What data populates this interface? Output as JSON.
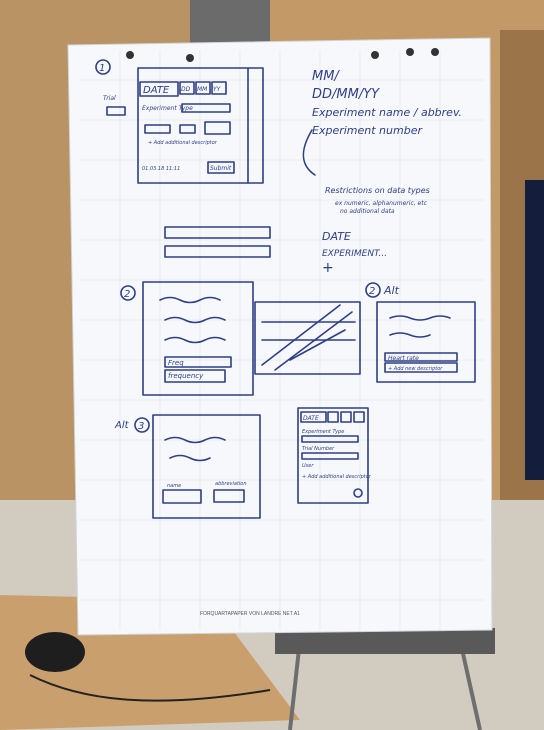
{
  "sketch": {
    "header_lines": [
      "MM/",
      "DD/MM/YY",
      "Experiment name / abbrev.",
      "Experiment number"
    ],
    "restrictions": [
      "Restrictions on data types",
      "ex numeric, alphanumeric, etc",
      "no additional data"
    ],
    "side_labels": [
      "DATE",
      "EXPERIMENT...",
      "+"
    ],
    "panel1": {
      "circle_num": "1",
      "field_labels": [
        "DATE",
        "DD",
        "MM",
        "YY"
      ],
      "experiment_type": "Experiment Type",
      "add_descriptor": "+ Add additional descriptor",
      "submit": "Submit",
      "side_note": "Trial",
      "timestamp": "01.03.18 11:11"
    },
    "panel2": {
      "circle_num": "2",
      "freq": "Freq",
      "frequency": "frequency"
    },
    "panel2alt": {
      "circle_num": "2",
      "alt_label": "Alt",
      "heart_rate": "Heart rate",
      "add_new": "+ Add new descriptor"
    },
    "panel3": {
      "circle_num": "3",
      "alt_label": "Alt",
      "name": "name",
      "abbreviation": "abbreviation"
    },
    "panel4": {
      "date": "DATE",
      "experiment_type": "Experiment Type",
      "trial_number": "Trial Number",
      "user": "User",
      "add_more": "+ Add additional descriptor"
    },
    "footer": "FORQUARTAPAPER VON LANDRE NET A1"
  }
}
